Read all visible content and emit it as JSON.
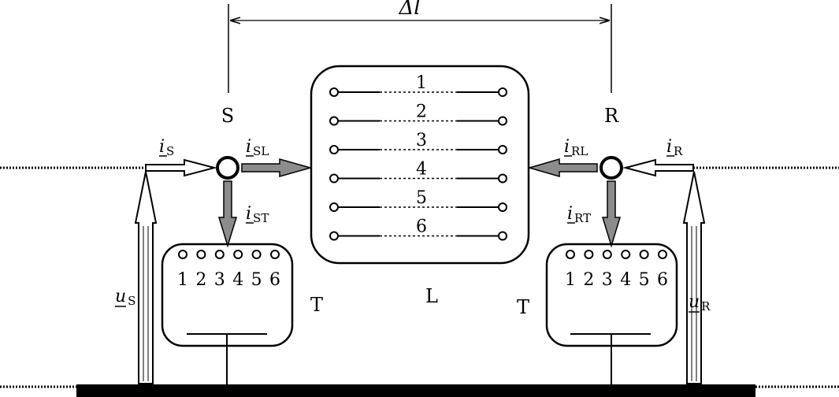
{
  "dimension": {
    "label": "Δl"
  },
  "nodes": {
    "sending": {
      "label": "S"
    },
    "receiving": {
      "label": "R"
    }
  },
  "line_block": {
    "label": "L",
    "conductors": [
      "1",
      "2",
      "3",
      "4",
      "5",
      "6"
    ]
  },
  "terminal_left": {
    "label": "T",
    "ports": [
      "1",
      "2",
      "3",
      "4",
      "5",
      "6"
    ]
  },
  "terminal_right": {
    "label": "T",
    "ports": [
      "1",
      "2",
      "3",
      "4",
      "5",
      "6"
    ]
  },
  "currents": {
    "i_s": {
      "sym": "i",
      "sub": "S"
    },
    "i_sl": {
      "sym": "i",
      "sub": "SL"
    },
    "i_st": {
      "sym": "i",
      "sub": "ST"
    },
    "i_r": {
      "sym": "i",
      "sub": "R"
    },
    "i_rl": {
      "sym": "i",
      "sub": "RL"
    },
    "i_rt": {
      "sym": "i",
      "sub": "RT"
    }
  },
  "voltages": {
    "u_s": {
      "sym": "u",
      "sub": "S"
    },
    "u_r": {
      "sym": "u",
      "sub": "R"
    }
  },
  "colors": {
    "line": "#000000",
    "arrow_fill": "#8c8c8c",
    "background": "#ffffff"
  }
}
